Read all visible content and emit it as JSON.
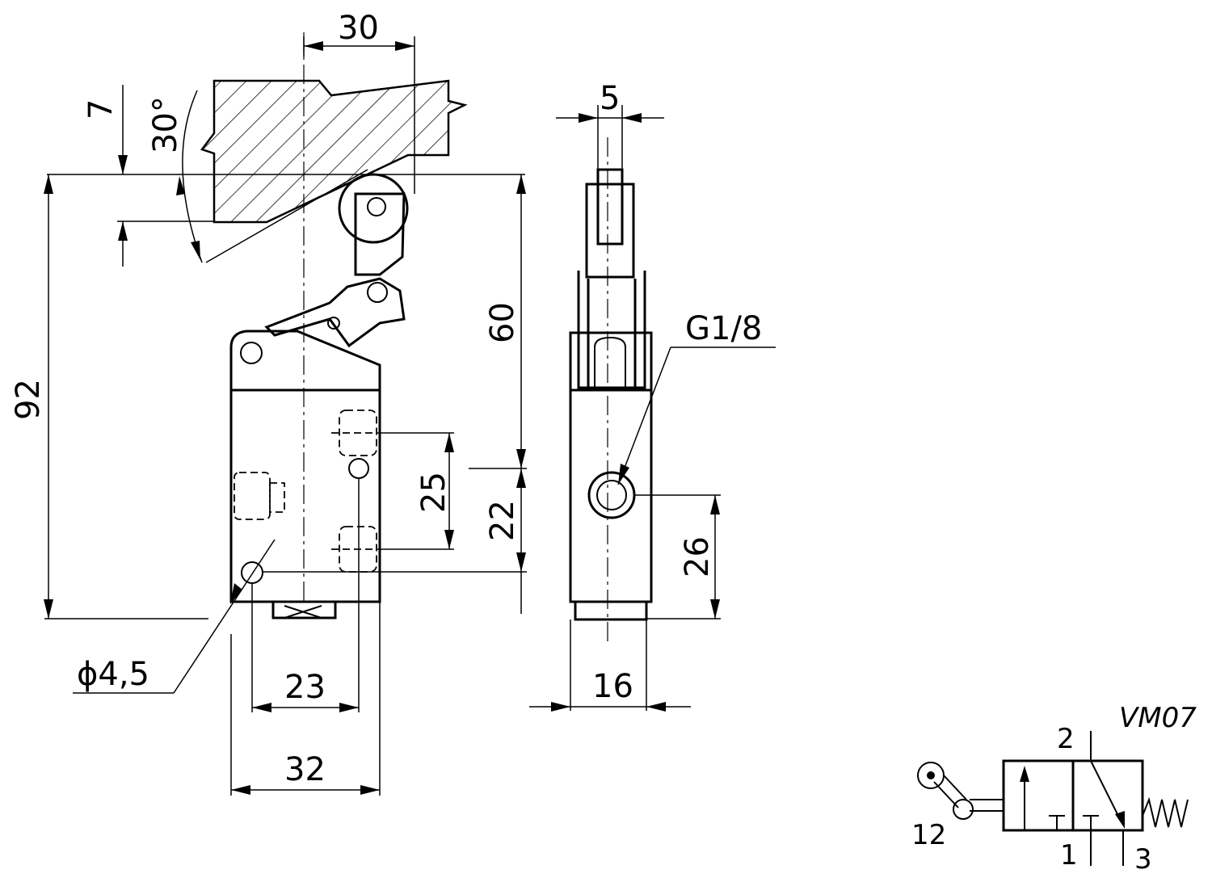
{
  "dimensions": {
    "top_width": "30",
    "offset": "7",
    "angle": "30°",
    "overall_height": "92",
    "lever_height": "60",
    "hole_spacing": "25",
    "port_height": "22",
    "hole_diameter": "ϕ4,5",
    "hole_distance": "23",
    "body_width": "32",
    "roller_width": "5",
    "thread": "G1/8",
    "side_height": "26",
    "side_width": "16"
  },
  "symbol": {
    "model": "VM07",
    "port_outlet": "2",
    "port_pilot": "12",
    "port_inlet": "1",
    "port_exhaust": "3"
  }
}
